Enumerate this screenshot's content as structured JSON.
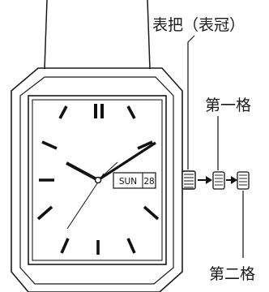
{
  "labels": {
    "crown": "表把（表冠）",
    "position_one": "第一格",
    "position_two": "第二格"
  },
  "date_window": {
    "day": "SUN",
    "date": "28"
  },
  "colors": {
    "line": "#1a1a1a",
    "background": "#ffffff"
  }
}
